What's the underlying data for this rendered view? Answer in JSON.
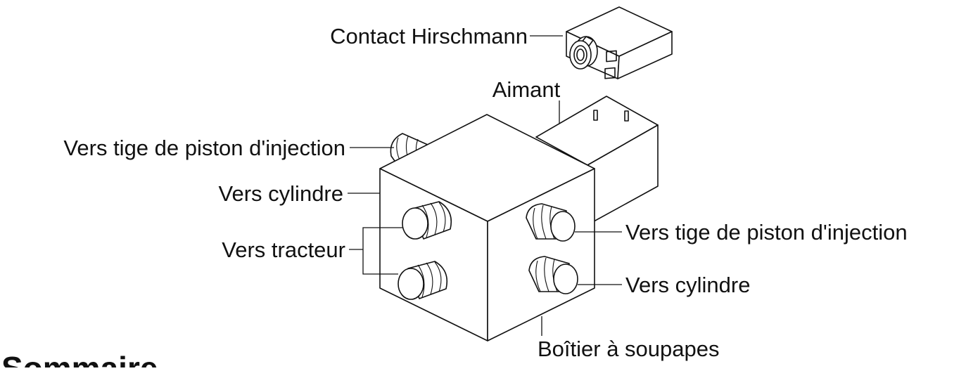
{
  "diagram": {
    "labels": {
      "hirschmann": "Contact Hirschmann",
      "magnet": "Aimant",
      "left_piston": "Vers tige de piston d'injection",
      "left_cylinder": "Vers cylindre",
      "tractor": "Vers tracteur",
      "right_piston": "Vers tige de piston d'injection",
      "right_cylinder": "Vers cylindre",
      "valve_box": "Boîtier à soupapes"
    },
    "heading_fragment": "Sommaire"
  }
}
